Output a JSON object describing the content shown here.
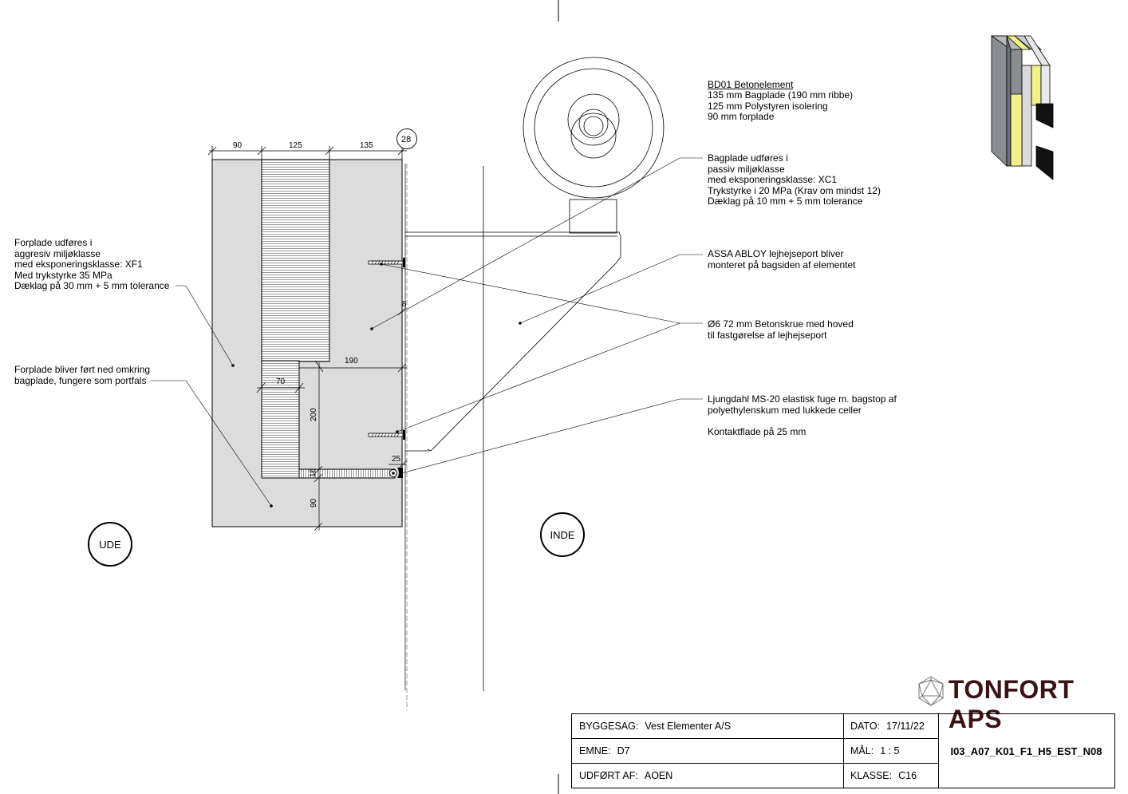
{
  "notes": {
    "element": {
      "title": "BD01 Betonelement",
      "lines": "135 mm Bagplade (190 mm ribbe)\n125 mm Polystyren isolering\n90 mm forplade"
    },
    "bagplade": "Bagplade udføres i\npassiv miljøklasse\nmed eksponeringsklasse: XC1\nTrykstyrke i 20 MPa (Krav om mindst 12)\nDæklag på 10 mm + 5 mm tolerance",
    "assa": "ASSA ABLOY lejhejseport bliver\nmonteret på bagsiden af elementet",
    "screw": "Ø6 72 mm Betonskrue med hoved\ntil fastgørelse af lejhejseport",
    "fuge": "Ljungdahl MS-20 elastisk fuge m. bagstop af\npolyethylenskum med lukkede celler\n\nKontaktflade på 25 mm",
    "forplade": "Forplade udføres i\naggresiv miljøklasse\nmed eksponeringsklasse: XF1\nMed trykstyrke 35 MPa\nDæklag på 30 mm + 5 mm tolerance",
    "portfals": "Forplade bliver ført ned omkring\nbagplade, fungere som portfals"
  },
  "tags": {
    "ude": "UDE",
    "inde": "INDE",
    "detail_no": "28"
  },
  "dimensions": {
    "d90_top": "90",
    "d125": "125",
    "d135": "135",
    "d8": "8",
    "d190": "190",
    "d70": "70",
    "d200": "200",
    "d25": "25",
    "d16": "16",
    "d90_bottom": "90"
  },
  "logo": {
    "text": "TONFORT APS",
    "color": "#3a1414"
  },
  "title_block": {
    "byggesag_label": "BYGGESAG:",
    "byggesag_value": "Vest Elementer A/S",
    "dato_label": "DATO:",
    "dato_value": "17/11/22",
    "emne_label": "EMNE:",
    "emne_value": "D7",
    "maal_label": "MÅL:",
    "maal_value": "1 : 5",
    "udfoert_label": "UDFØRT AF:",
    "udfoert_value": "AOEN",
    "klasse_label": "KLASSE:",
    "klasse_value": "C16",
    "drawing_code": "I03_A07_K01_F1_H5_EST_N08"
  },
  "colors": {
    "concrete": "#dcdcdc",
    "insulation_yellow": "#f2f08a",
    "dark_grey": "#8a8e92"
  }
}
